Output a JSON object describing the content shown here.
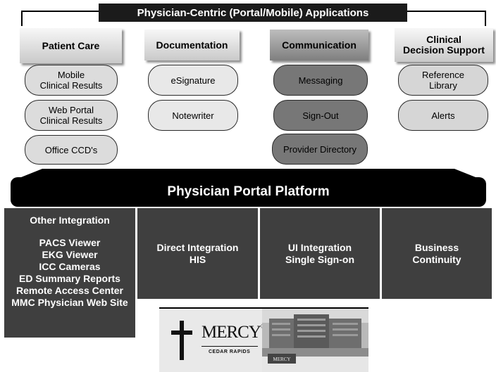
{
  "title": "Physician-Centric (Portal/Mobile) Applications",
  "categories": [
    {
      "label": "Patient Care",
      "items": [
        "Mobile\nClinical Results",
        "Web Portal\nClinical Results",
        "Office CCD's"
      ]
    },
    {
      "label": "Documentation",
      "items": [
        "eSignature",
        "Notewriter"
      ]
    },
    {
      "label": "Communication",
      "items": [
        "Messaging",
        "Sign-Out",
        "Provider Directory"
      ]
    },
    {
      "label": "Clinical\nDecision Support",
      "items": [
        "Reference\nLibrary",
        "Alerts"
      ]
    }
  ],
  "platform": "Physician Portal Platform",
  "integrations": {
    "other": {
      "title": "Other Integration",
      "items": [
        "PACS Viewer",
        "EKG Viewer",
        "ICC Cameras",
        "ED Summary Reports",
        "Remote Access Center",
        "MMC Physician Web Site"
      ]
    },
    "direct": [
      "Direct Integration",
      "HIS"
    ],
    "ui": [
      "UI Integration",
      "Single Sign-on"
    ],
    "business": [
      "Business",
      "Continuity"
    ]
  },
  "logo": {
    "name": "MERCY",
    "mark": "®",
    "sub": "CEDAR RAPIDS",
    "sign": "MERCY"
  },
  "colors": {
    "dark_box": "#3f3f3f",
    "platform": "#000000",
    "title_bar": "#1b1b1b"
  }
}
